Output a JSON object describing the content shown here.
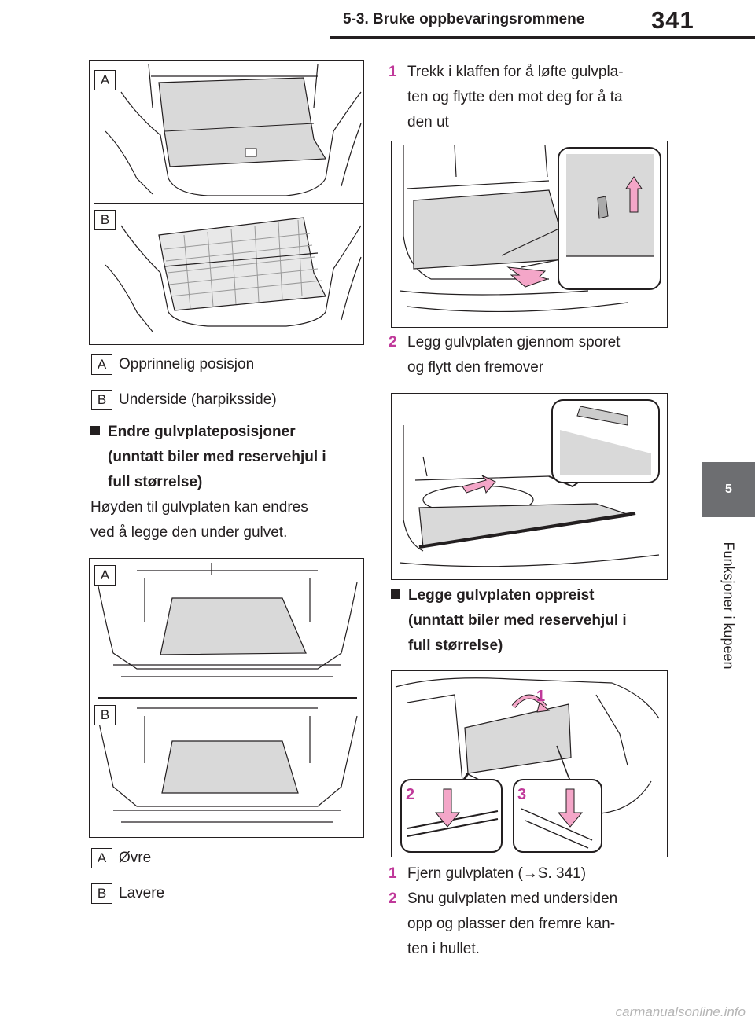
{
  "header": {
    "section_title": "5-3. Bruke oppbevaringsrommene",
    "page_number": "341"
  },
  "side_tab": {
    "chapter_number": "5",
    "chapter_title": "Funksjoner i kupeen"
  },
  "figure1": {
    "badge_a": "A",
    "badge_b": "B"
  },
  "legend1": [
    {
      "badge": "A",
      "text": "Opprinnelig posisjon"
    },
    {
      "badge": "B",
      "text": "Underside (harpiksside)"
    }
  ],
  "section1": {
    "heading": "Endre gulvplateposisjoner (unntatt biler med reservehjul i full størrelse)",
    "heading_lines": [
      "Endre gulvplateposisjoner",
      "(unntatt biler med reservehjul i",
      "full størrelse)"
    ],
    "body_lines": [
      "Høyden til gulvplaten kan endres",
      "ved å legge den under gulvet."
    ]
  },
  "figure2": {
    "badge_a": "A",
    "badge_b": "B"
  },
  "legend2": [
    {
      "badge": "A",
      "text": "Øvre"
    },
    {
      "badge": "B",
      "text": "Lavere"
    }
  ],
  "steps_a": [
    {
      "num": "1",
      "lines": [
        "Trekk i klaffen for å løfte gulvpla-",
        "ten og flytte den mot deg for å ta",
        "den ut"
      ]
    },
    {
      "num": "2",
      "lines": [
        "Legg gulvplaten gjennom sporet",
        "og flytt den fremover"
      ]
    }
  ],
  "section2": {
    "heading_lines": [
      "Legge gulvplaten oppreist",
      "(unntatt biler med reservehjul i",
      "full størrelse)"
    ]
  },
  "figure5": {
    "callout_1": "1",
    "callout_2": "2",
    "callout_3": "3"
  },
  "steps_b": [
    {
      "num": "1",
      "lines": [
        "Fjern gulvplaten (→S. 341)"
      ]
    },
    {
      "num": "2",
      "lines": [
        "Snu gulvplaten med undersiden",
        "opp og plasser den fremre kan-",
        "ten i hullet."
      ]
    }
  ],
  "footer": {
    "watermark": "carmanualsonline.info"
  },
  "colors": {
    "accent_magenta": "#c0399a",
    "tab_gray": "#6d6e71",
    "panel_gray": "#d9d9d9",
    "arrow_pink": "#f4a6c8"
  }
}
